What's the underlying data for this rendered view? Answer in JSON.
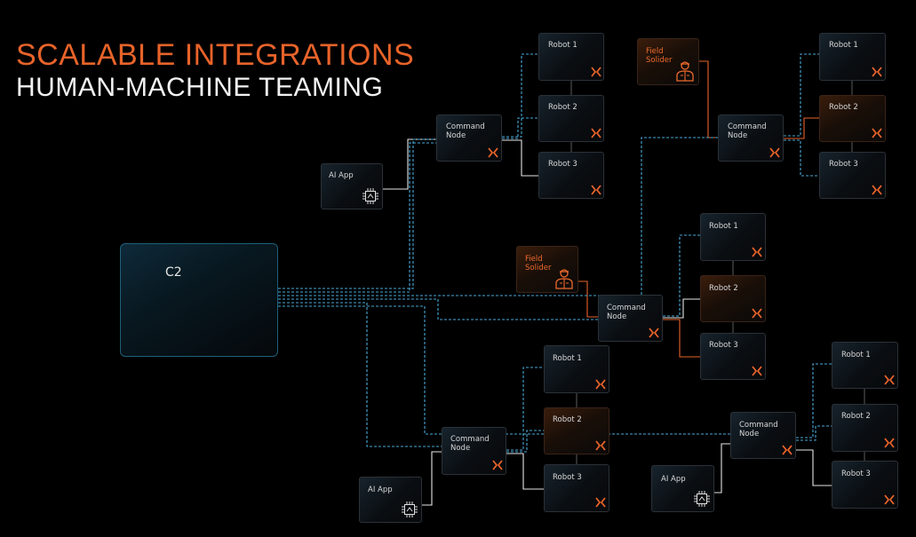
{
  "header": {
    "title_line1": "SCALABLE INTEGRATIONS",
    "title_line2": "HUMAN-MACHINE TEAMING"
  },
  "colors": {
    "accent_orange": "#e8632a",
    "link_blue": "#4aa9d8",
    "link_white": "#e6e6e6",
    "background": "#000000",
    "title_white": "#f2f2f2"
  },
  "c2": {
    "label": "C2"
  },
  "clusters": [
    {
      "id": "top-center",
      "node_label": "Command\nNode",
      "robots": [
        {
          "label": "Robot 1"
        },
        {
          "label": "Robot 2"
        },
        {
          "label": "Robot 3"
        }
      ],
      "aux": {
        "type": "ai-app",
        "label": "AI App"
      }
    },
    {
      "id": "top-right",
      "node_label": "Command\nNode",
      "robots": [
        {
          "label": "Robot 1"
        },
        {
          "label": "Robot 2"
        },
        {
          "label": "Robot 3"
        }
      ],
      "aux": {
        "type": "field-soldier",
        "label": "Field\nSolider"
      }
    },
    {
      "id": "middle",
      "node_label": "Command\nNode",
      "robots": [
        {
          "label": "Robot 1"
        },
        {
          "label": "Robot 2"
        },
        {
          "label": "Robot 3"
        }
      ],
      "aux": {
        "type": "field-soldier",
        "label": "Field\nSolider"
      }
    },
    {
      "id": "bottom-center",
      "node_label": "Command\nNode",
      "robots": [
        {
          "label": "Robot 1"
        },
        {
          "label": "Robot 2"
        },
        {
          "label": "Robot 3"
        }
      ],
      "aux": {
        "type": "ai-app",
        "label": "AI App"
      }
    },
    {
      "id": "bottom-right",
      "node_label": "Command\nNode",
      "robots": [
        {
          "label": "Robot 1"
        },
        {
          "label": "Robot 2"
        },
        {
          "label": "Robot 3"
        }
      ],
      "aux": {
        "type": "ai-app",
        "label": "AI App"
      }
    }
  ]
}
